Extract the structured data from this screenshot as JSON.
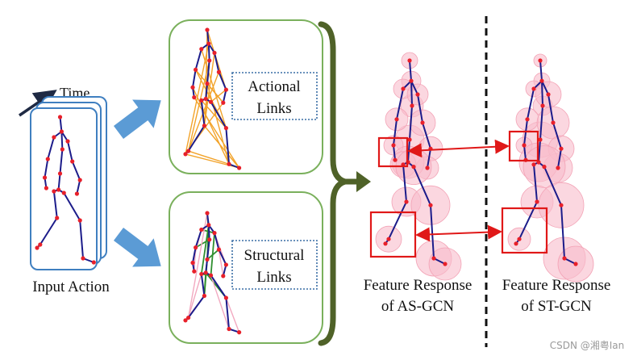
{
  "input_panel": {
    "time_label": "Time",
    "caption": "Input Action"
  },
  "actional_panel": {
    "label_lines": [
      "Actional",
      "Links"
    ]
  },
  "structural_panel": {
    "label_lines": [
      "Structural",
      "Links"
    ]
  },
  "as_gcn_response": {
    "caption_lines": [
      "Feature Response",
      "of AS-GCN"
    ]
  },
  "st_gcn_response": {
    "caption_lines": [
      "Feature Response",
      "of ST-GCN"
    ]
  },
  "watermark": "CSDN @湘粤Ian",
  "colors": {
    "skeleton": "#1c1c8a",
    "joint": "#e8202a",
    "response_halo": "#f9bccb",
    "response_halo_edge": "#f3a3b6",
    "actional_link": "#f2a32a",
    "structural_link": "#2f8f2f",
    "structural_secondary": "#f2a9c0",
    "panel_border": "#7ab05c",
    "flow_arrow": "#5b9bd5",
    "card_border": "#3f7fc0",
    "brace": "#4f6228",
    "highlight_box": "#e01818"
  }
}
